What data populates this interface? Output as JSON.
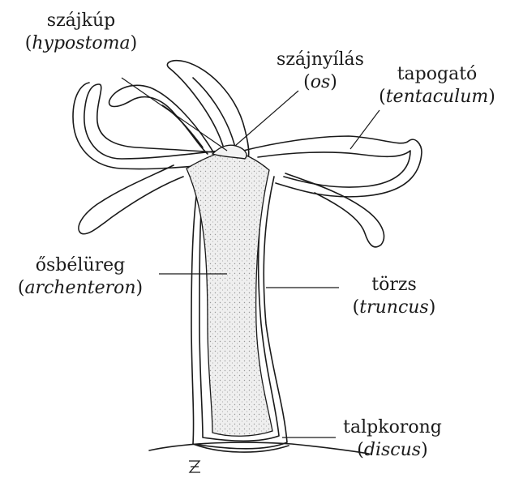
{
  "labels": {
    "hypostome": {
      "name": "szájkúp",
      "latin": "hypostoma"
    },
    "mouth": {
      "name": "szájnyílás",
      "latin": "os"
    },
    "tentacle": {
      "name": "tapogató",
      "latin": "tentaculum"
    },
    "gastric_cavity": {
      "name": "ősbélüreg",
      "latin": "archenteron"
    },
    "trunk": {
      "name": "törzs",
      "latin": "truncus"
    },
    "basal_disc": {
      "name": "talpkorong",
      "latin": "discus"
    }
  },
  "signature": "Z",
  "colors": {
    "ink": "#1a1a1a",
    "cavity_fill": "#d9d9d9",
    "background": "#ffffff"
  }
}
